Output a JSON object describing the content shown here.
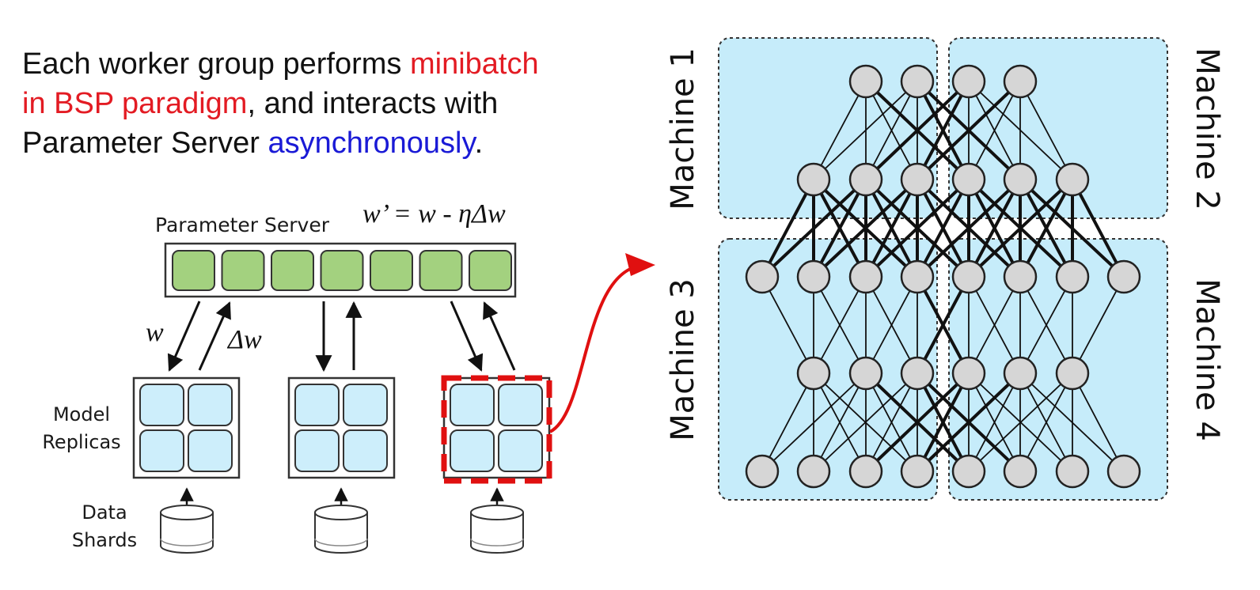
{
  "intro": {
    "line1_plain": "Each worker group performs ",
    "line1_red": "minibatch",
    "line2_red": "in BSP paradigm",
    "line2_plain": ", and interacts with",
    "line3_plain": "Parameter Server ",
    "line3_blue": "asynchronously",
    "line3_end": "."
  },
  "parameter_server": {
    "label": "Parameter Server",
    "update_rule": "w’ = w - ηΔw",
    "blocks": 7,
    "block_color": "#a3d17f"
  },
  "arrows": {
    "w_label": "w",
    "dw_label": "Δw"
  },
  "labels": {
    "model_line1": "Model",
    "model_line2": "Replicas",
    "data_line1": "Data",
    "data_line2": "Shards"
  },
  "machines": {
    "m1": "Machine 1",
    "m2": "Machine 2",
    "m3": "Machine 3",
    "m4": "Machine 4"
  },
  "colors": {
    "text_red": "#e31b23",
    "text_blue": "#1a1ad6",
    "replica_fill": "#cdeefb",
    "machine_fill": "#c6ecfa",
    "node_fill": "#d6d6d6",
    "highlight": "#e01010"
  }
}
